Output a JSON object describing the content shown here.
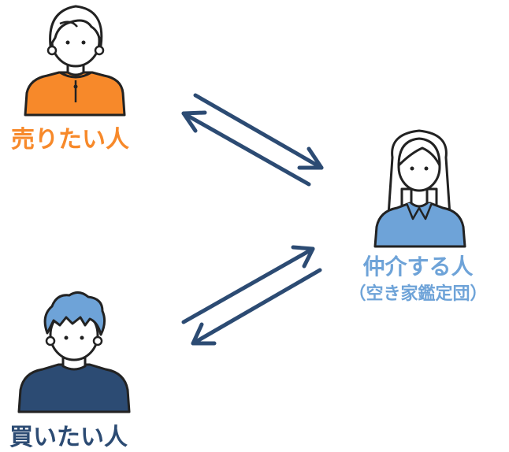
{
  "seller": {
    "label": "売りたい人",
    "color": "#f7892a"
  },
  "buyer": {
    "label": "買いたい人",
    "color": "#2c4b73"
  },
  "agent": {
    "label": "仲介する人",
    "sublabel": "（空き家鑑定団）",
    "color": "#6ea3d8"
  },
  "arrow_color": "#2c4b73"
}
